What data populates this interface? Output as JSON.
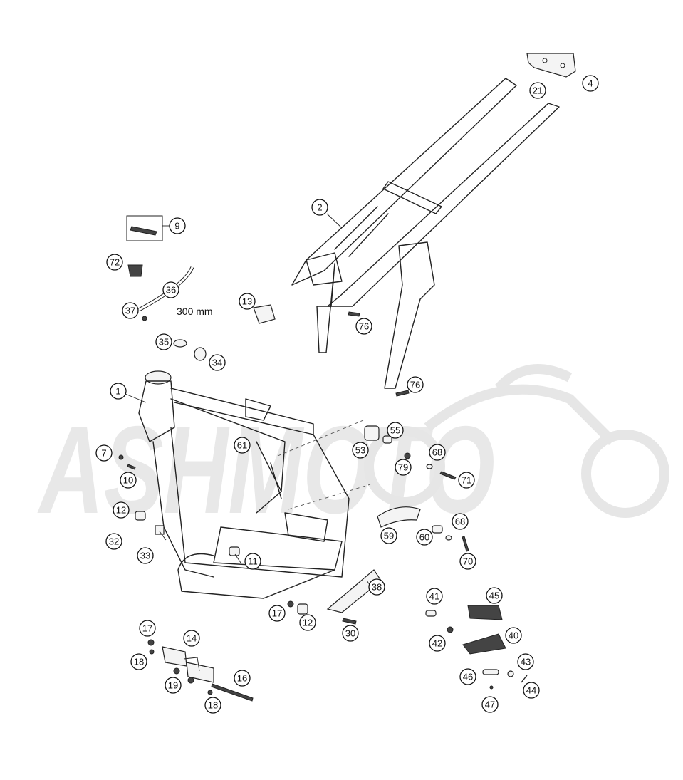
{
  "watermark": {
    "text": "ASHMOTO",
    "color": "#e6e6e6"
  },
  "measurement_label": "300 mm",
  "callouts": [
    {
      "id": "4",
      "label": "4"
    },
    {
      "id": "21",
      "label": "21"
    },
    {
      "id": "2",
      "label": "2"
    },
    {
      "id": "9",
      "label": "9"
    },
    {
      "id": "72",
      "label": "72"
    },
    {
      "id": "36",
      "label": "36"
    },
    {
      "id": "37",
      "label": "37"
    },
    {
      "id": "13",
      "label": "13"
    },
    {
      "id": "76a",
      "label": "76"
    },
    {
      "id": "35",
      "label": "35"
    },
    {
      "id": "34",
      "label": "34"
    },
    {
      "id": "76b",
      "label": "76"
    },
    {
      "id": "1",
      "label": "1"
    },
    {
      "id": "55",
      "label": "55"
    },
    {
      "id": "7",
      "label": "7"
    },
    {
      "id": "61",
      "label": "61"
    },
    {
      "id": "53",
      "label": "53"
    },
    {
      "id": "68a",
      "label": "68"
    },
    {
      "id": "79",
      "label": "79"
    },
    {
      "id": "10",
      "label": "10"
    },
    {
      "id": "71",
      "label": "71"
    },
    {
      "id": "12a",
      "label": "12"
    },
    {
      "id": "68b",
      "label": "68"
    },
    {
      "id": "59",
      "label": "59"
    },
    {
      "id": "60",
      "label": "60"
    },
    {
      "id": "32",
      "label": "32"
    },
    {
      "id": "33",
      "label": "33"
    },
    {
      "id": "70",
      "label": "70"
    },
    {
      "id": "11",
      "label": "11"
    },
    {
      "id": "38",
      "label": "38"
    },
    {
      "id": "41",
      "label": "41"
    },
    {
      "id": "45",
      "label": "45"
    },
    {
      "id": "17a",
      "label": "17"
    },
    {
      "id": "12b",
      "label": "12"
    },
    {
      "id": "30",
      "label": "30"
    },
    {
      "id": "17b",
      "label": "17"
    },
    {
      "id": "14",
      "label": "14"
    },
    {
      "id": "42",
      "label": "42"
    },
    {
      "id": "40",
      "label": "40"
    },
    {
      "id": "18a",
      "label": "18"
    },
    {
      "id": "43",
      "label": "43"
    },
    {
      "id": "16",
      "label": "16"
    },
    {
      "id": "19",
      "label": "19"
    },
    {
      "id": "46",
      "label": "46"
    },
    {
      "id": "44",
      "label": "44"
    },
    {
      "id": "18b",
      "label": "18"
    },
    {
      "id": "47",
      "label": "47"
    }
  ]
}
